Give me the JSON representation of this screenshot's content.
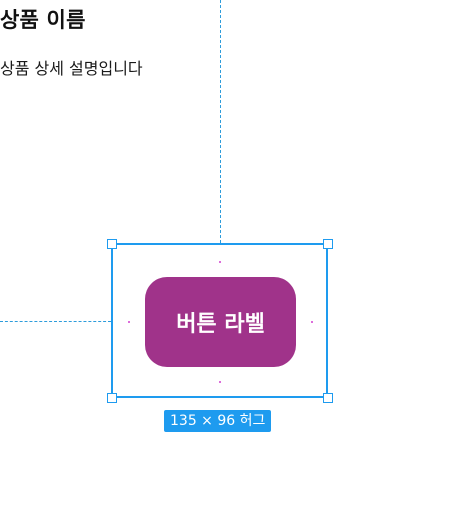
{
  "card": {
    "title": "상품 이름",
    "description": "상품 상세 설명입니다"
  },
  "selected_button": {
    "label": "버튼 라벨",
    "fill_color": "#a0338a"
  },
  "selection": {
    "size_label": "135 × 96 허그",
    "accent_color": "#1e9bef"
  }
}
